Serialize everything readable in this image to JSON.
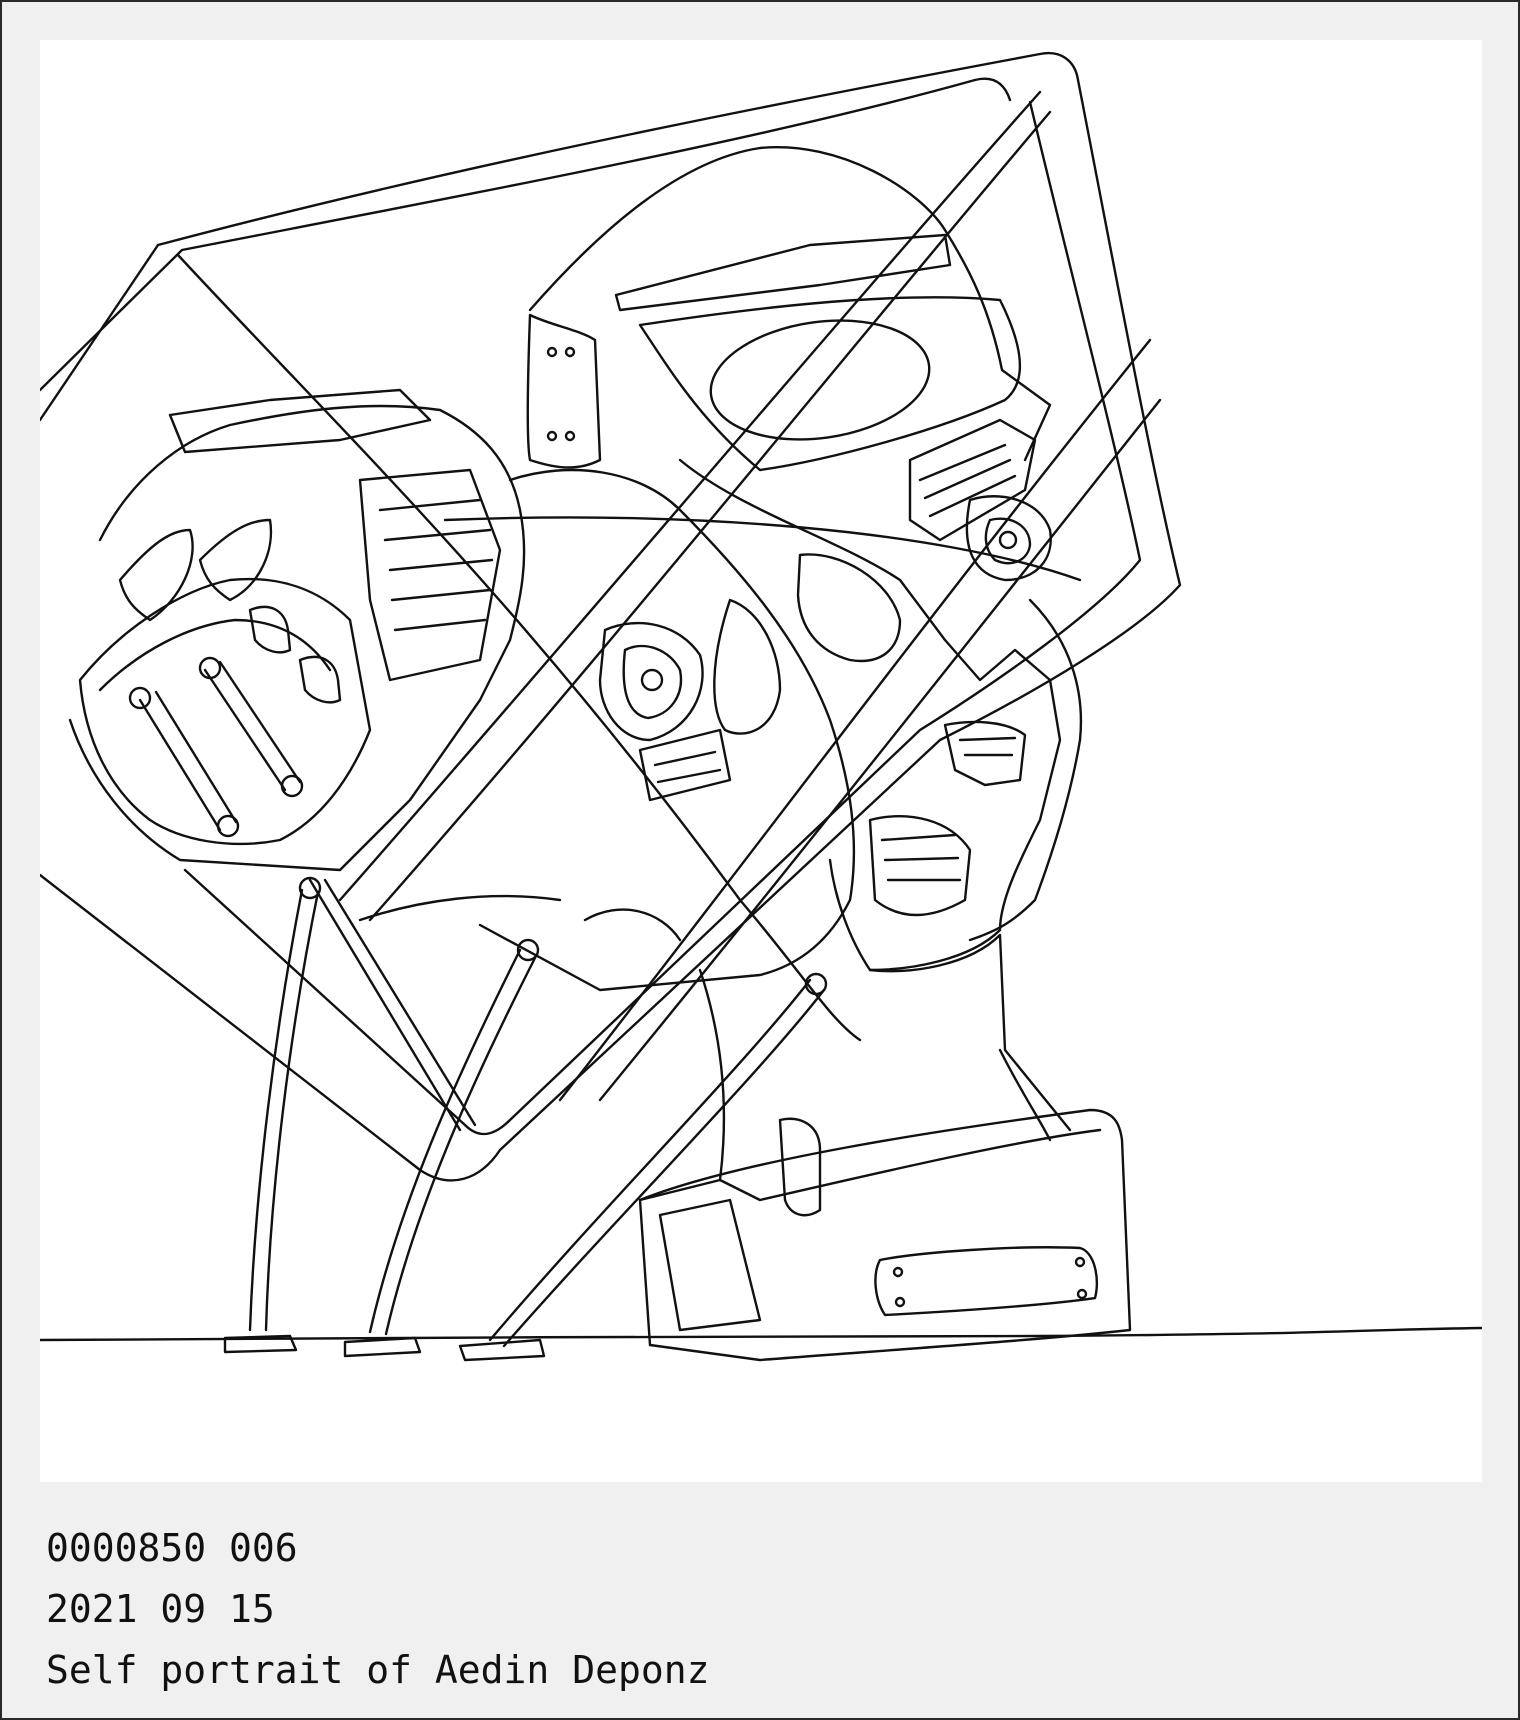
{
  "caption": {
    "serial": "0000850 006",
    "date": "2021 09 15",
    "title": "Self portrait of Aedin Deponz"
  },
  "colors": {
    "frame": "#f0f0f0",
    "canvas": "#ffffff",
    "ink": "#111111",
    "border": "#2a2a2a"
  }
}
